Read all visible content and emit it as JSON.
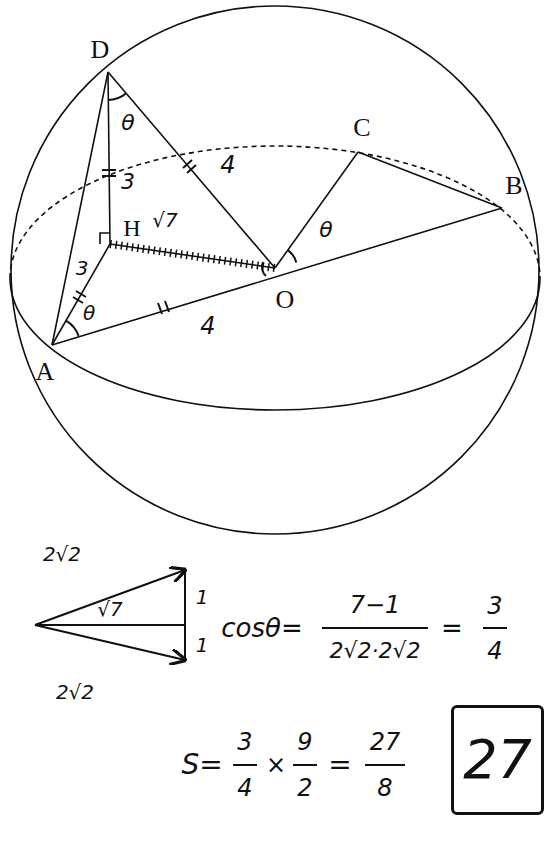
{
  "diagram": {
    "nodes": [
      {
        "text": [
          "27"
        ]
      }
    ],
    "labels": [
      "D",
      "C",
      "B",
      "H",
      "O",
      "A",
      "θ",
      "3",
      "4",
      "√7",
      "θ",
      "3",
      "θ",
      "4",
      "2√2",
      "1",
      "√7",
      "1",
      "2√2",
      "cosθ=",
      "7−1",
      "2√2·2√2",
      "=",
      "3",
      "4",
      "S=",
      "3",
      "4",
      "×",
      "9",
      "2",
      "=",
      "27",
      "8"
    ]
  }
}
